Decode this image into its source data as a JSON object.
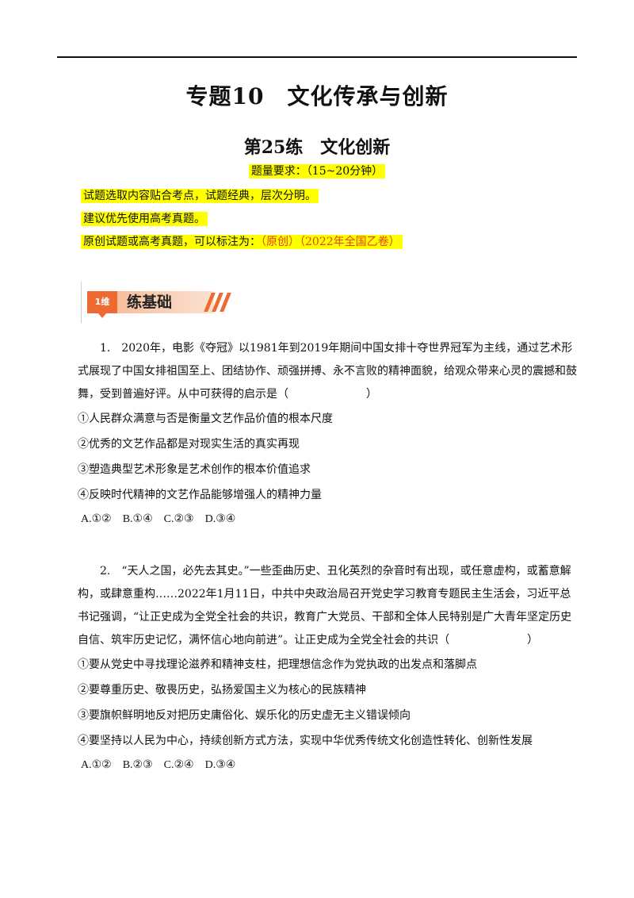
{
  "header": {
    "main_title": "专题10　文化传承与创新",
    "sub_title": "第25练　文化创新",
    "requirement": "题量要求：（15~20分钟）"
  },
  "notes": {
    "line1": "试题选取内容贴合考点，试题经典，层次分明。",
    "line2": "建议优先使用高考真题。",
    "line3_prefix": "原创试题或高考真题，可以标注为：",
    "line3_red": "（原创）（2022年全国乙卷）"
  },
  "section": {
    "tag": "1维",
    "label": "练基础",
    "colors": {
      "accent": "#ed6a32",
      "light": "#fbe2d2",
      "highlight": "#ffff00",
      "red": "#e8401e"
    }
  },
  "questions": [
    {
      "stem": "1.　2020年，电影《夺冠》以1981年到2019年期间中国女排十夺世界冠军为主线，通过艺术形式展现了中国女排祖国至上、团结协作、顽强拼搏、永不言败的精神面貌，给观众带来心灵的震撼和鼓舞，受到普遍好评。从中可获得的启示是（　　　　　　　）",
      "options": [
        "①人民群众满意与否是衡量文艺作品价值的根本尺度",
        "②优秀的文艺作品都是对现实生活的真实再现",
        "③塑造典型艺术形象是艺术创作的根本价值追求",
        "④反映时代精神的文艺作品能够增强人的精神力量"
      ],
      "choices": "A.①②　B.①④　C.②③　D.③④"
    },
    {
      "stem": "2.　“天人之国，必先去其史。”一些歪曲历史、丑化英烈的杂音时有出现，或任意虚构，或蓄意解构，或肆意重构……2022年1月11日，中共中央政治局召开党史学习教育专题民主生活会，习近平总书记强调，“让正史成为全党全社会的共识，教育广大党员、干部和全体人民特别是广大青年坚定历史自信、筑牢历史记忆，满怀信心地向前进”。让正史成为全党全社会的共识（　　　　　　　）",
      "options": [
        "①要从党史中寻找理论滋养和精神支柱，把理想信念作为党执政的出发点和落脚点",
        "②要尊重历史、敬畏历史，弘扬爱国主义为核心的民族精神",
        "③要旗帜鲜明地反对把历史庸俗化、娱乐化的历史虚无主义错误倾向",
        "④要坚持以人民为中心，持续创新方式方法，实现中华优秀传统文化创造性转化、创新性发展"
      ],
      "choices": "A.①②　B.②③　C.②④　D.③④"
    }
  ]
}
